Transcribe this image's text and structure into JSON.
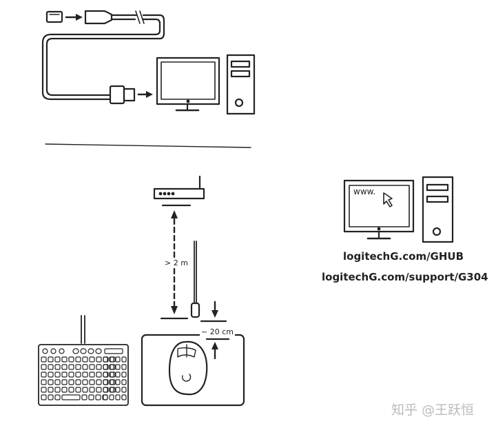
{
  "illustration": {
    "distance_receiver": "> 2 m",
    "distance_extender": "~ 20 cm",
    "screen_text": "www.",
    "url_ghub": "logitechG.com/GHUB",
    "url_support": "logitechG.com/support/G304",
    "watermark": "知乎 @王跃恒"
  },
  "colors": {
    "line": "#222222",
    "paper": "#ffffff",
    "watermark": "#bbbbbb"
  }
}
